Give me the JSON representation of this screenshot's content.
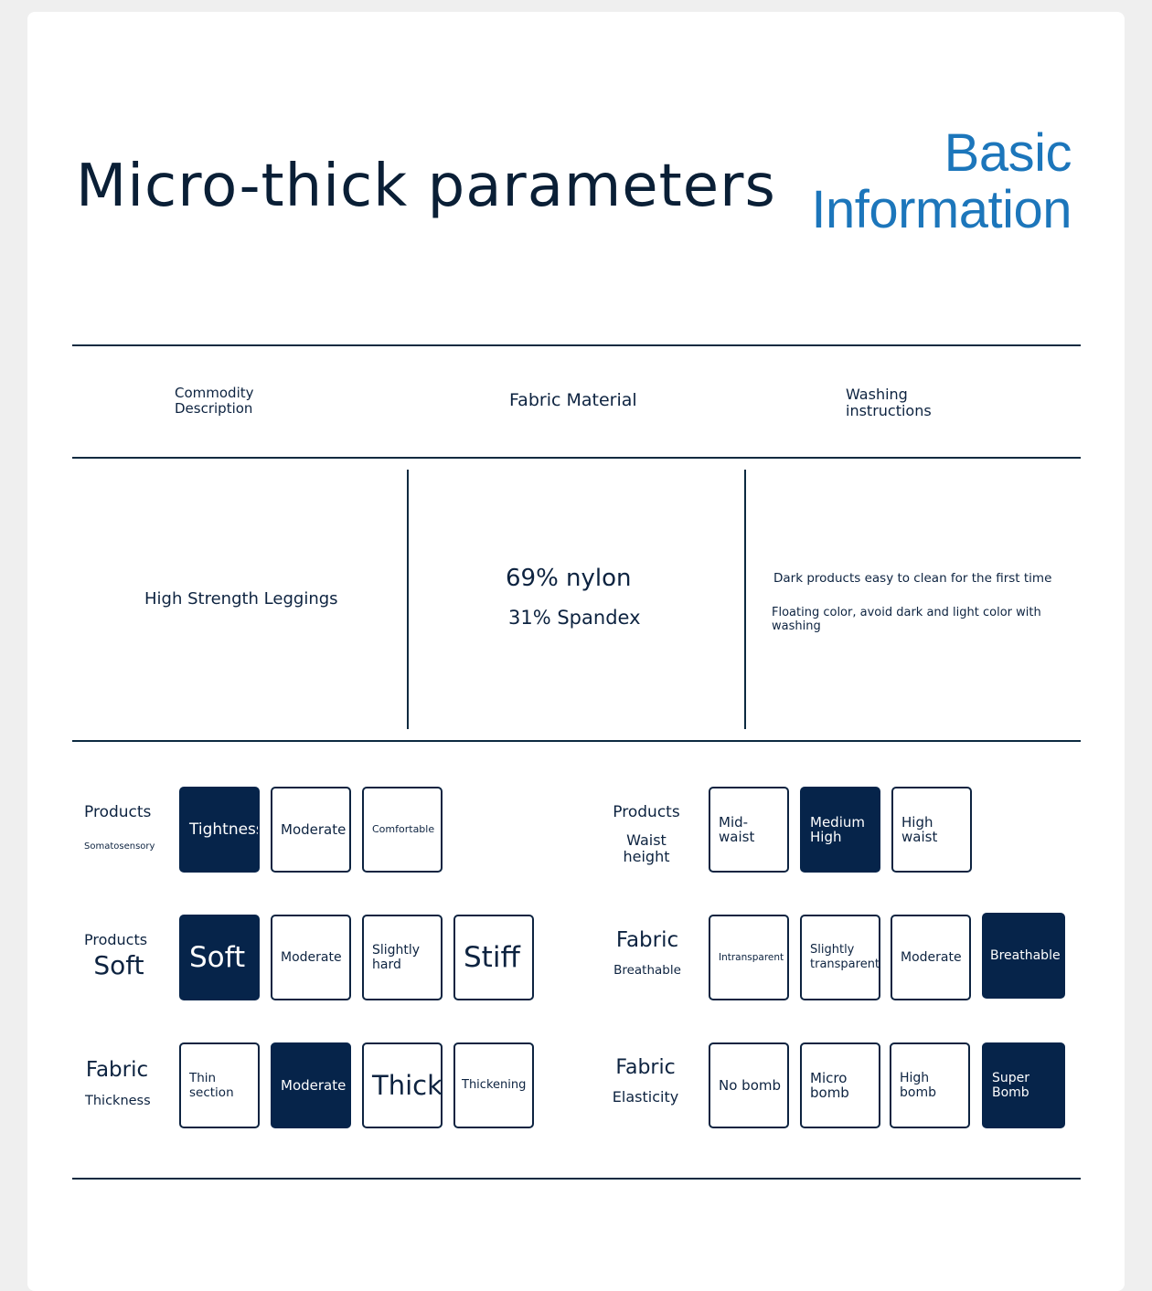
{
  "header": {
    "title": "Micro-thick parameters",
    "subtitle_line1": "Basic",
    "subtitle_line2": "Information"
  },
  "table": {
    "columns": [
      {
        "label_line1": "Commodity",
        "label_line2": "Description"
      },
      {
        "label_line1": "Fabric Material"
      },
      {
        "label_line1": "Washing",
        "label_line2": "instructions"
      }
    ],
    "description": "High Strength Leggings",
    "material_line1": "69% nylon",
    "material_line2": "31% Spandex",
    "washing_line1": "Dark products easy to clean for the first time",
    "washing_line2": "Floating color, avoid dark and light color with",
    "washing_line3": "washing"
  },
  "params": {
    "somatosensory": {
      "label_line1": "Products",
      "label_line2": "Somatosensory",
      "options": [
        "Tightness",
        "Moderate",
        "Comfortable"
      ],
      "selected": "Tightness"
    },
    "waist": {
      "label_line1": "Products",
      "label_line2": "Waist",
      "label_line3": "height",
      "options": [
        "Mid-waist",
        "Medium High",
        "High waist"
      ],
      "selected": "Medium High"
    },
    "soft": {
      "label_line1": "Products",
      "label_line2": "Soft",
      "options": [
        "Soft",
        "Moderate",
        "Slightly hard",
        "Stiff"
      ],
      "selected": "Soft"
    },
    "breathable": {
      "label_line1": "Fabric",
      "label_line2": "Breathable",
      "options": [
        "Intransparent",
        "Slightly transparent",
        "Moderate",
        "Breathable"
      ],
      "selected": "Breathable"
    },
    "thickness": {
      "label_line1": "Fabric",
      "label_line2": "Thickness",
      "options": [
        "Thin section",
        "Moderate",
        "Thick",
        "Thickening"
      ],
      "selected": "Moderate"
    },
    "elasticity": {
      "label_line1": "Fabric",
      "label_line2": "Elasticity",
      "options": [
        "No bomb",
        "Micro bomb",
        "High bomb",
        "Super Bomb"
      ],
      "selected": "Super Bomb"
    }
  },
  "colors": {
    "accent_blue": "#1c76bb",
    "navy": "#06244a",
    "text": "#0d2340"
  }
}
